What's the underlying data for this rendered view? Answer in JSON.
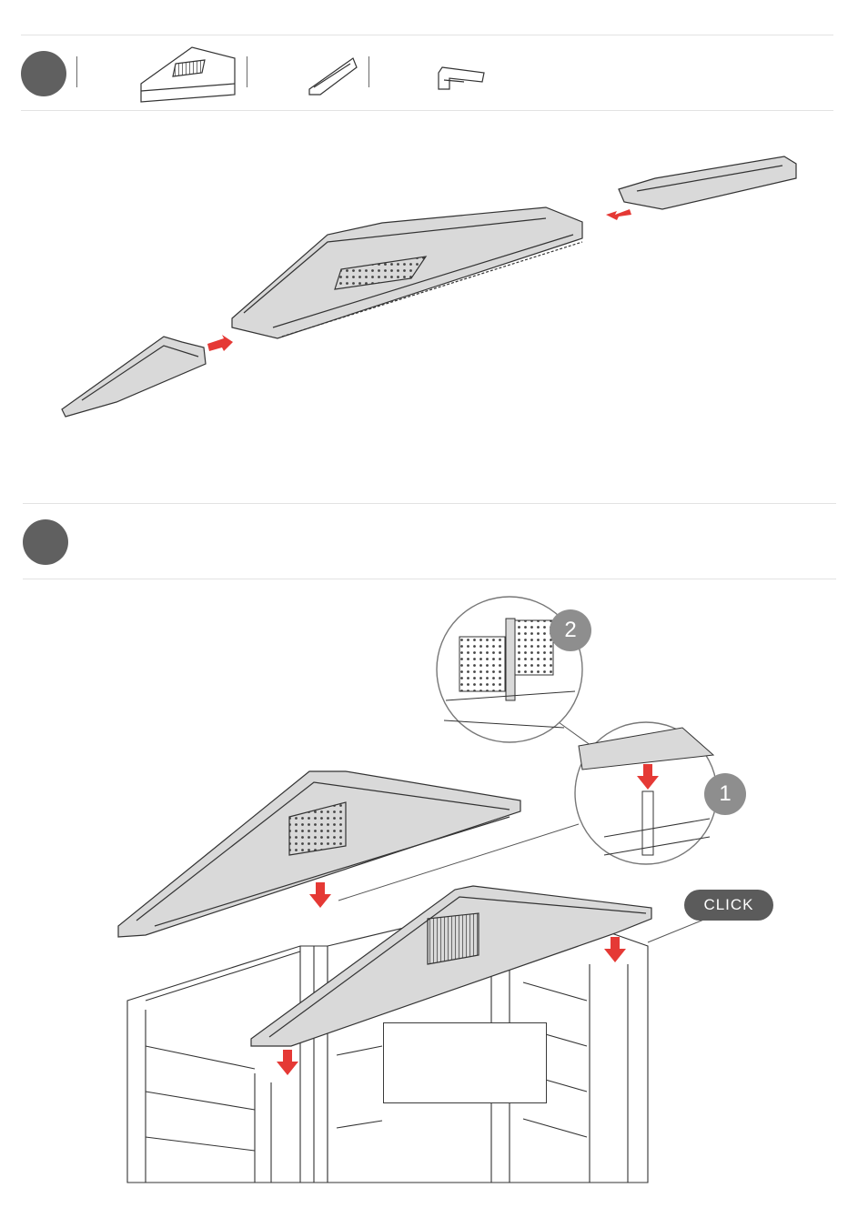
{
  "step_header_top": {
    "marker": "step-circle",
    "separators": 3
  },
  "step_header_bottom": {
    "marker": "step-circle"
  },
  "callouts": [
    {
      "id": "callout-2",
      "number": "2"
    },
    {
      "id": "callout-1",
      "number": "1"
    }
  ],
  "click_label": "CLICK",
  "colors": {
    "step_circle": "#606060",
    "callout_badge": "#8e8e8e",
    "click_badge": "#5b5b5b",
    "arrow": "#e53935",
    "part_fill": "#d9d9d9",
    "rule": "#e3e3e3"
  },
  "icons": [
    "gable-vent-part-icon",
    "gable-end-part-icon",
    "bracket-part-icon",
    "red-arrow-icon"
  ]
}
